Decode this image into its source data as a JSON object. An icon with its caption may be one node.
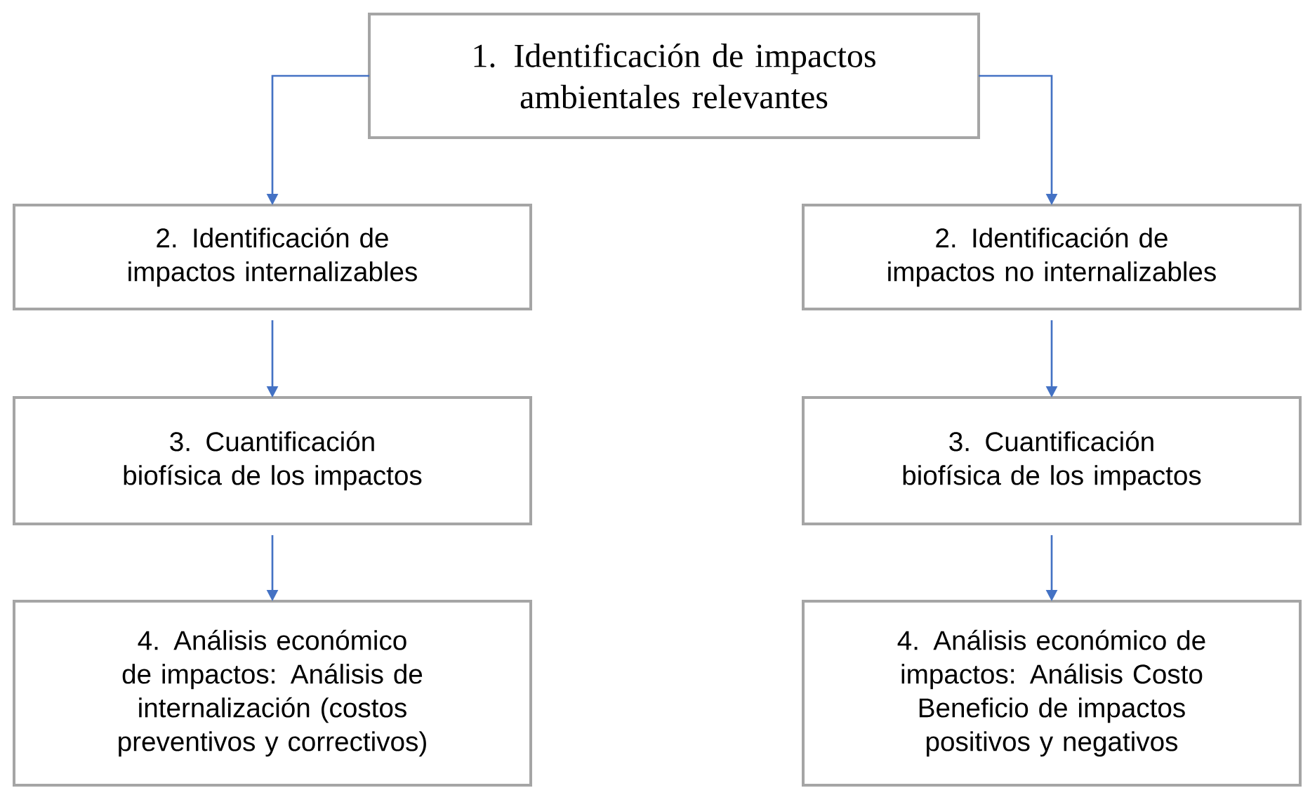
{
  "diagram": {
    "nodes": [
      {
        "text": [
          "1. Identificación de impactos ambientales relevantes"
        ]
      },
      {
        "text": [
          "2. Identificación de impactos internalizables"
        ]
      },
      {
        "text": [
          "2. Identificación de impactos no internalizables"
        ]
      },
      {
        "text": [
          "3. Cuantificación biofísica de los impactos"
        ]
      },
      {
        "text": [
          "3. Cuantificación biofísica de los impactos"
        ]
      },
      {
        "text": [
          "4. Análisis económico de impactos: Análisis de internalización (costos preventivos y correctivos)"
        ]
      },
      {
        "text": [
          "4. Análisis económico de impactos: Análisis Costo Beneficio de impactos positivos y negativos"
        ]
      }
    ],
    "edges": [
      {
        "from": 0,
        "to": 1,
        "arrow": "to"
      },
      {
        "from": 0,
        "to": 2,
        "arrow": "to"
      },
      {
        "from": 1,
        "to": 3,
        "arrow": "to"
      },
      {
        "from": 2,
        "to": 4,
        "arrow": "to"
      },
      {
        "from": 3,
        "to": 5,
        "arrow": "to"
      },
      {
        "from": 4,
        "to": 6,
        "arrow": "to"
      }
    ]
  }
}
